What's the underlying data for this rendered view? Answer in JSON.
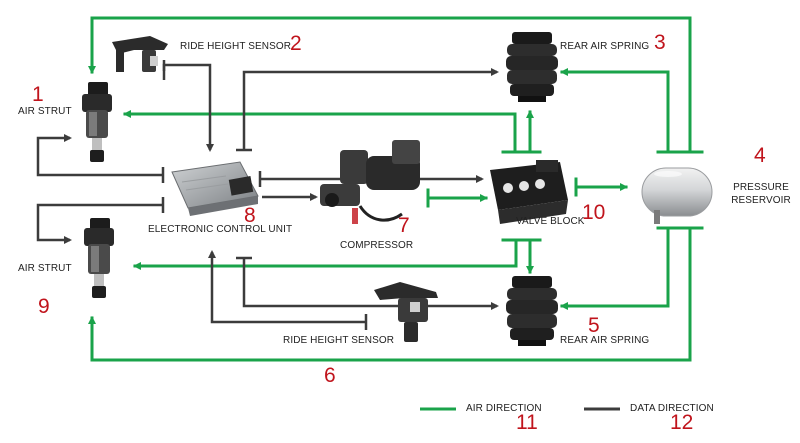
{
  "colors": {
    "air": "#1aa34a",
    "data": "#3c3c3c",
    "number": "#c0141c"
  },
  "components": {
    "ride_height_sensor_top": {
      "label": "RIDE HEIGHT SENSOR",
      "number": "2"
    },
    "rear_air_spring_top": {
      "label": "REAR AIR SPRING",
      "number": "3"
    },
    "air_strut_top": {
      "label": "AIR STRUT",
      "number": "1"
    },
    "pressure_reservoir": {
      "label_line1": "PRESSURE",
      "label_line2": "RESERVOIR",
      "number": "4"
    },
    "electronic_control_unit": {
      "label": "ELECTRONIC CONTROL UNIT",
      "number": "8"
    },
    "compressor": {
      "label": "COMPRESSOR",
      "number": "7"
    },
    "valve_block": {
      "label": "VALVE BLOCK",
      "number": "10"
    },
    "air_strut_bottom": {
      "label": "AIR STRUT",
      "number": "9"
    },
    "rear_air_spring_bottom": {
      "label": "REAR AIR SPRING",
      "number": "5"
    },
    "ride_height_sensor_bottom": {
      "label": "RIDE HEIGHT SENSOR"
    },
    "air_line_bottom": {
      "number": "6"
    }
  },
  "legend": {
    "air": {
      "label": "AIR DIRECTION",
      "number": "11"
    },
    "data": {
      "label": "DATA DIRECTION",
      "number": "12"
    }
  }
}
